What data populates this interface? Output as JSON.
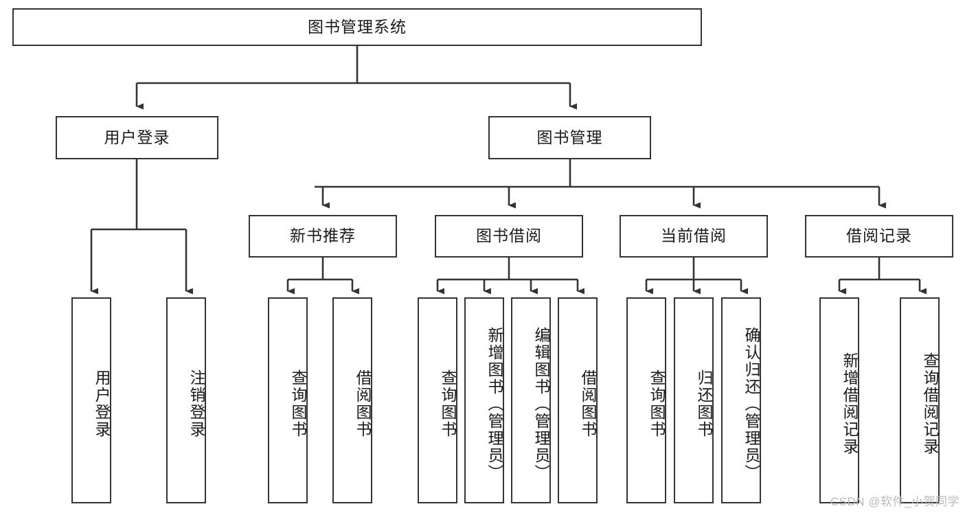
{
  "diagram": {
    "title": "图书管理系统",
    "type": "tree-hierarchy",
    "theme": {
      "background": "#ffffff",
      "node_border": "#333333",
      "node_fill": "#ffffff",
      "edge_color": "#333333",
      "text_color": "#1a1a1a",
      "watermark_color": "#b9b9b9"
    },
    "root": {
      "id": "root",
      "label": "图书管理系统"
    },
    "level2": [
      {
        "id": "user-login",
        "label": "用户登录"
      },
      {
        "id": "book-management",
        "label": "图书管理"
      }
    ],
    "level3": [
      {
        "id": "new-book-recommend",
        "label": "新书推荐",
        "parent": "book-management"
      },
      {
        "id": "book-borrow",
        "label": "图书借阅",
        "parent": "book-management"
      },
      {
        "id": "current-borrow",
        "label": "当前借阅",
        "parent": "book-management"
      },
      {
        "id": "borrow-record",
        "label": "借阅记录",
        "parent": "book-management"
      }
    ],
    "leaves": [
      {
        "id": "leaf-user-login",
        "label": "用户登录",
        "parent": "user-login"
      },
      {
        "id": "leaf-logout-login",
        "label": "注销登录",
        "parent": "user-login"
      },
      {
        "id": "leaf-query-book-1",
        "label": "查询图书",
        "parent": "new-book-recommend"
      },
      {
        "id": "leaf-borrow-book-1",
        "label": "借阅图书",
        "parent": "new-book-recommend"
      },
      {
        "id": "leaf-query-book-2",
        "label": "查询图书",
        "parent": "book-borrow"
      },
      {
        "id": "leaf-add-book",
        "label": "新增图书（管理员）",
        "parent": "book-borrow"
      },
      {
        "id": "leaf-edit-book",
        "label": "编辑图书（管理员）",
        "parent": "book-borrow"
      },
      {
        "id": "leaf-borrow-book-2",
        "label": "借阅图书",
        "parent": "book-borrow"
      },
      {
        "id": "leaf-query-book-3",
        "label": "查询图书",
        "parent": "current-borrow"
      },
      {
        "id": "leaf-return-book",
        "label": "归还图书",
        "parent": "current-borrow"
      },
      {
        "id": "leaf-confirm-return",
        "label": "确认归还（管理员）",
        "parent": "current-borrow"
      },
      {
        "id": "leaf-add-record",
        "label": "新增借阅记录",
        "parent": "borrow-record"
      },
      {
        "id": "leaf-query-record",
        "label": "查询借阅记录",
        "parent": "borrow-record"
      }
    ],
    "watermark": "CSDN @软件_小贺同学"
  }
}
